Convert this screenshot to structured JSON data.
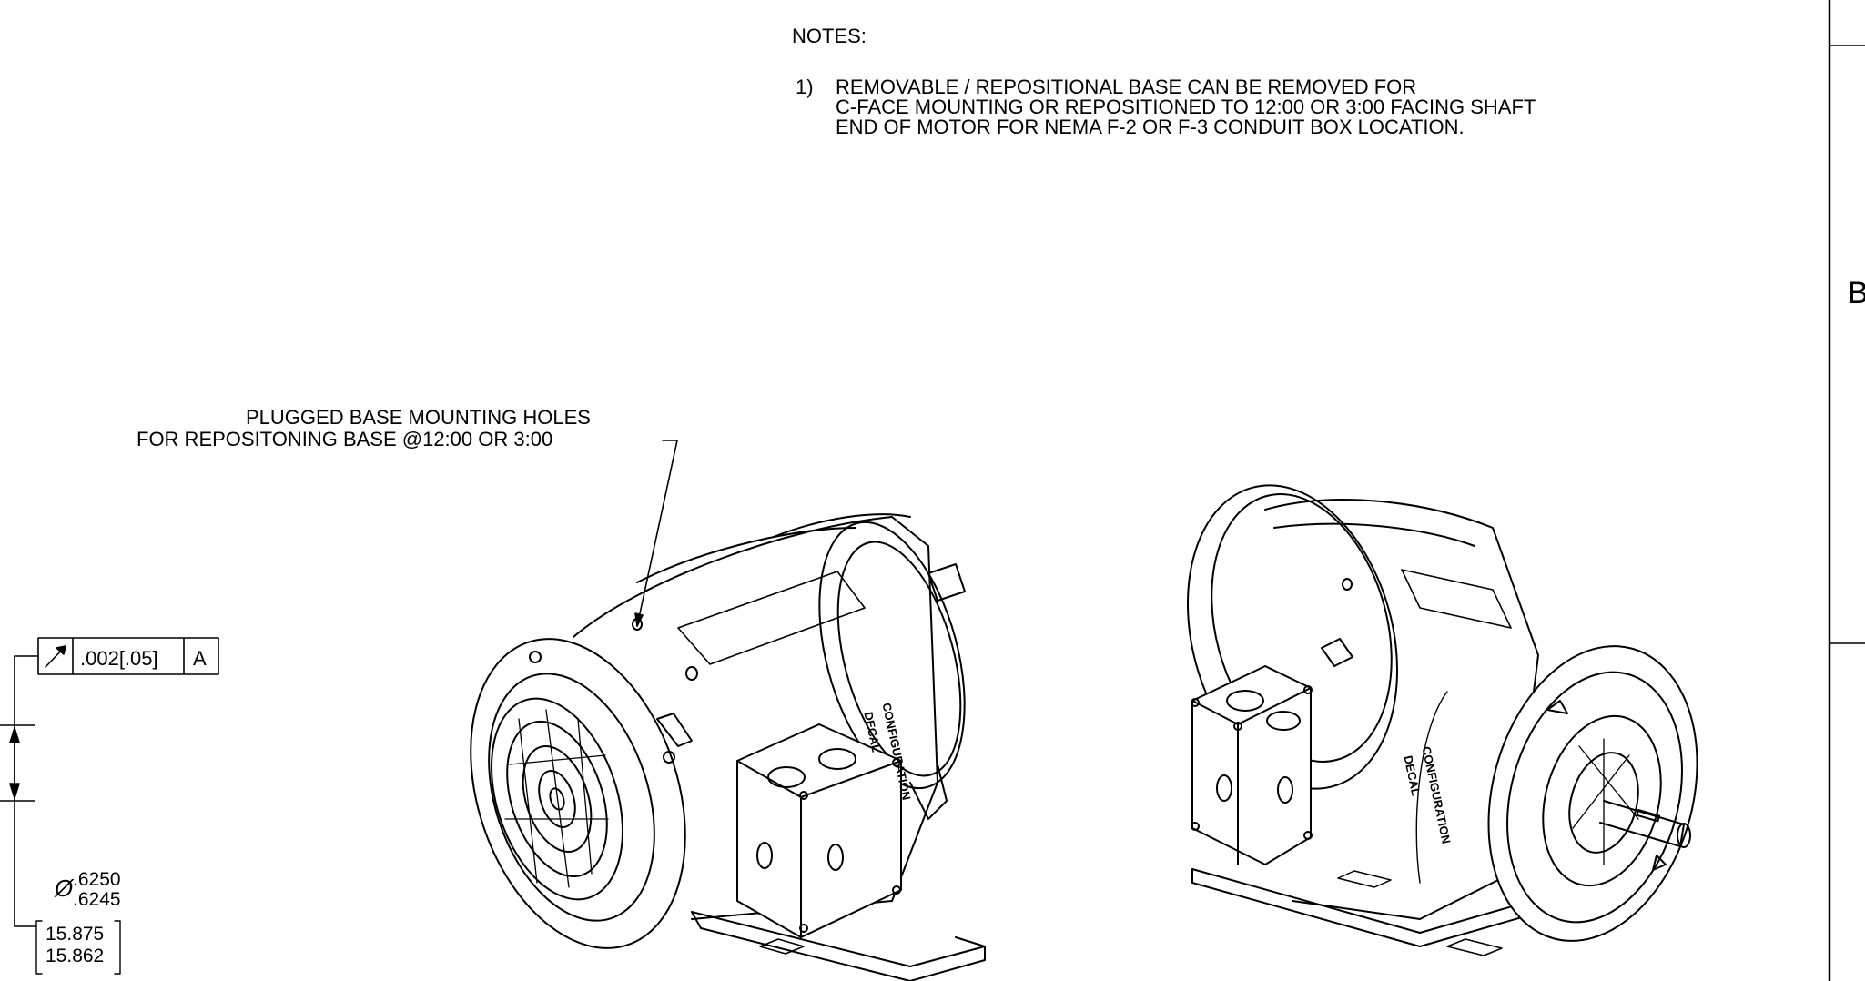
{
  "notes": {
    "title": "NOTES:",
    "items": [
      {
        "number": "1)",
        "lines": [
          "REMOVABLE / REPOSITIONAL BASE CAN BE REMOVED FOR",
          "C-FACE MOUNTING OR REPOSITIONED TO 12:00 OR 3:00 FACING SHAFT",
          "END OF MOTOR FOR NEMA F-2 OR F-3 CONDUIT BOX LOCATION."
        ]
      }
    ]
  },
  "callout": {
    "line1": "PLUGGED BASE MOUNTING HOLES",
    "line2": "FOR REPOSITONING BASE @12:00 OR 3:00"
  },
  "feature_control_frame": {
    "symbol": "circular-runout-icon",
    "tolerance": ".002[.05]",
    "datum": "A"
  },
  "shaft_diameter": {
    "symbol": "Ø",
    "inch_max": ".6250",
    "inch_min": ".6245",
    "mm_max": "15.875",
    "mm_min": "15.862"
  },
  "zone_letter": "B",
  "views": [
    {
      "name": "motor-view-fan-end",
      "labels": [
        "CONFIGURATION",
        "DECAL"
      ]
    },
    {
      "name": "motor-view-shaft-end",
      "labels": [
        "CONFIGURATION",
        "DECAL"
      ]
    }
  ],
  "colors": {
    "line": "#000000",
    "background": "#ffffff"
  }
}
